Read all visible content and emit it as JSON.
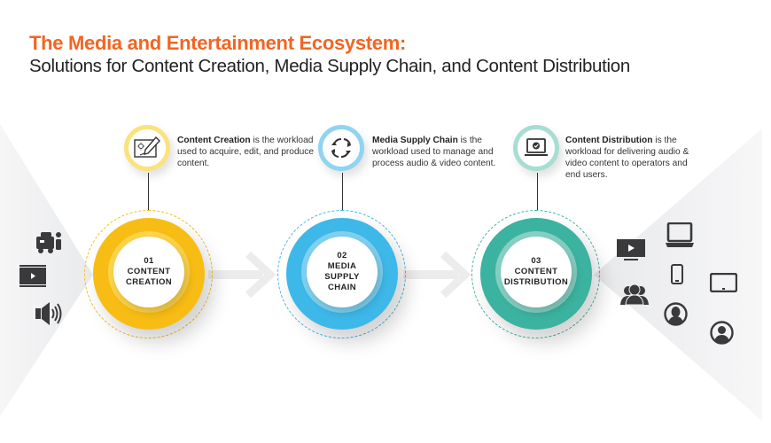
{
  "header": {
    "title": "The Media and Entertainment Ecosystem:",
    "subtitle": "Solutions for Content Creation, Media Supply Chain, and Content Distribution"
  },
  "colors": {
    "title": "#f26522",
    "creation": "#f7bd14",
    "supply_chain": "#3db8e8",
    "distribution": "#3bb3a0",
    "icon_dark": "#3a3a3c"
  },
  "stages": [
    {
      "number": "01",
      "line1": "CONTENT",
      "line2": "CREATION",
      "line3": "",
      "icon": "pencil-drawing-icon",
      "desc_bold": "Content Creation",
      "desc_rest": " is the workload used to acquire, edit, and produce content."
    },
    {
      "number": "02",
      "line1": "MEDIA",
      "line2": "SUPPLY",
      "line3": "CHAIN",
      "icon": "cycle-arrows-icon",
      "desc_bold": "Media Supply Chain",
      "desc_rest": " is the workload used to manage and process audio & video content."
    },
    {
      "number": "03",
      "line1": "CONTENT",
      "line2": "DISTRIBUTION",
      "line3": "",
      "icon": "laptop-check-icon",
      "desc_bold": "Content Distribution",
      "desc_rest": " is the workload for delivering audio & video content to operators and end users."
    }
  ],
  "input_icons": [
    "video-camera-icon",
    "video-player-icon",
    "speaker-icon"
  ],
  "output_icons": [
    "tv-play-icon",
    "laptop-icon",
    "phone-icon",
    "tablet-icon",
    "user-group-icon",
    "user-female-icon",
    "user-male-icon"
  ]
}
